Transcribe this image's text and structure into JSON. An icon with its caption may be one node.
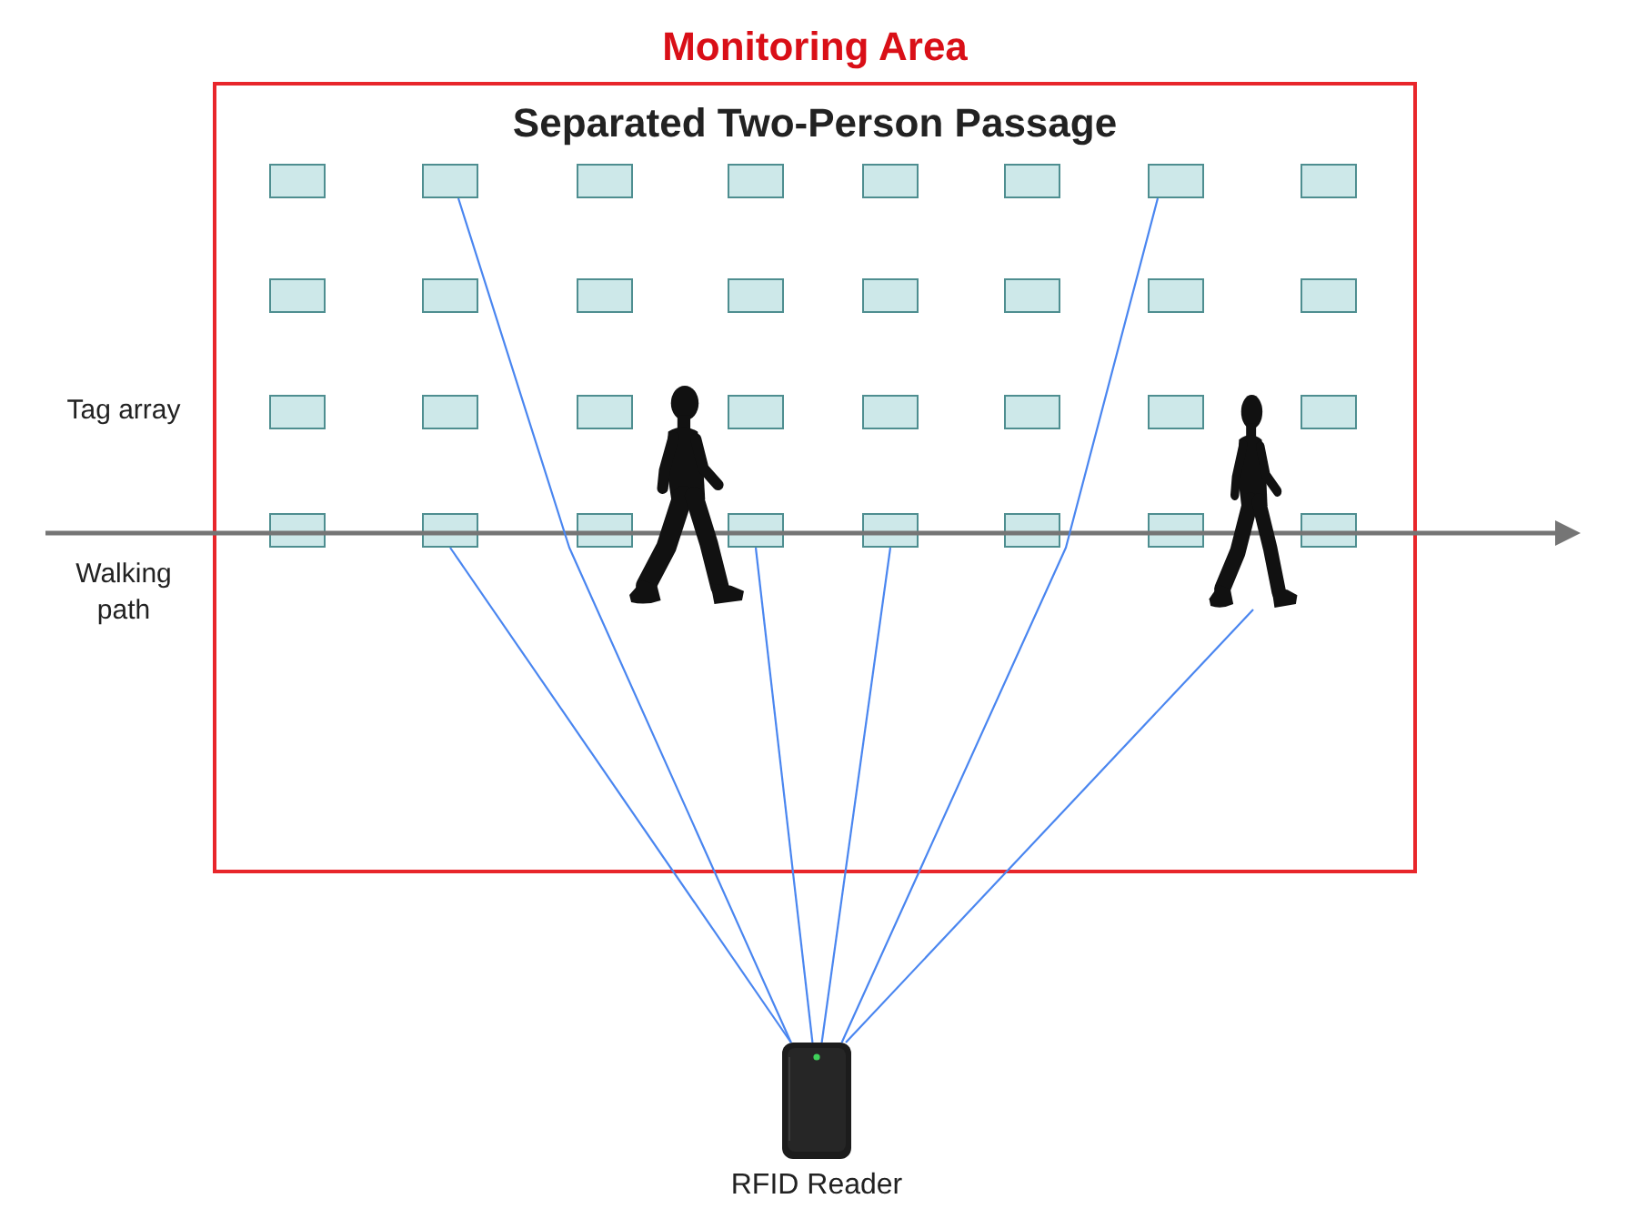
{
  "diagram": {
    "nodes": [
      {
        "text": [
          "Monitoring Area",
          "Separated Two-Person Passage"
        ]
      },
      {
        "text": [],
        "shape": "box",
        "in": 0
      },
      {
        "text": [],
        "shape": "box",
        "in": 0
      },
      {
        "text": [],
        "shape": "box",
        "in": 0
      },
      {
        "text": [],
        "shape": "box",
        "in": 0
      },
      {
        "text": [],
        "shape": "box",
        "in": 0
      },
      {
        "text": [],
        "shape": "box",
        "in": 0
      },
      {
        "text": [],
        "shape": "box",
        "in": 0
      },
      {
        "text": [],
        "shape": "box",
        "in": 0
      },
      {
        "text": [],
        "shape": "box",
        "in": 0
      },
      {
        "text": [],
        "shape": "box",
        "in": 0
      },
      {
        "text": [],
        "shape": "box",
        "in": 0
      },
      {
        "text": [],
        "shape": "box",
        "in": 0
      },
      {
        "text": [],
        "shape": "box",
        "in": 0
      },
      {
        "text": [],
        "shape": "box",
        "in": 0
      },
      {
        "text": [],
        "shape": "box",
        "in": 0
      },
      {
        "text": [],
        "shape": "box",
        "in": 0
      },
      {
        "text": [],
        "shape": "box",
        "in": 0
      },
      {
        "text": [],
        "shape": "box",
        "in": 0
      },
      {
        "text": [],
        "shape": "box",
        "in": 0
      },
      {
        "text": [],
        "shape": "box",
        "in": 0
      },
      {
        "text": [],
        "shape": "box",
        "in": 0
      },
      {
        "text": [],
        "shape": "box",
        "in": 0
      },
      {
        "text": [],
        "shape": "box",
        "in": 0
      },
      {
        "text": [],
        "shape": "box",
        "in": 0
      },
      {
        "text": [],
        "shape": "box",
        "in": 0
      },
      {
        "text": [],
        "shape": "box",
        "in": 0
      },
      {
        "text": [],
        "shape": "box",
        "in": 0
      },
      {
        "text": [],
        "shape": "box",
        "in": 0
      },
      {
        "text": [],
        "shape": "box",
        "in": 0
      },
      {
        "text": [],
        "shape": "box",
        "in": 0
      },
      {
        "text": [],
        "shape": "box",
        "in": 0
      },
      {
        "text": [],
        "shape": "box",
        "in": 0
      },
      {
        "text": [],
        "shape": "person",
        "in": 0
      },
      {
        "text": [],
        "shape": "person",
        "in": 0
      },
      {
        "text": [
          "RFID Reader"
        ]
      }
    ],
    "edges": [
      {
        "from": 35,
        "to": 26,
        "arrow": "none"
      },
      {
        "from": 35,
        "to": 2,
        "arrow": "none"
      },
      {
        "from": 35,
        "to": 28,
        "arrow": "none"
      },
      {
        "from": 35,
        "to": 29,
        "arrow": "none"
      },
      {
        "from": 35,
        "to": 7,
        "arrow": "none"
      },
      {
        "from": 35,
        "to": 34,
        "arrow": "none"
      }
    ],
    "labels": [
      "Tag array",
      "Walking path"
    ]
  }
}
